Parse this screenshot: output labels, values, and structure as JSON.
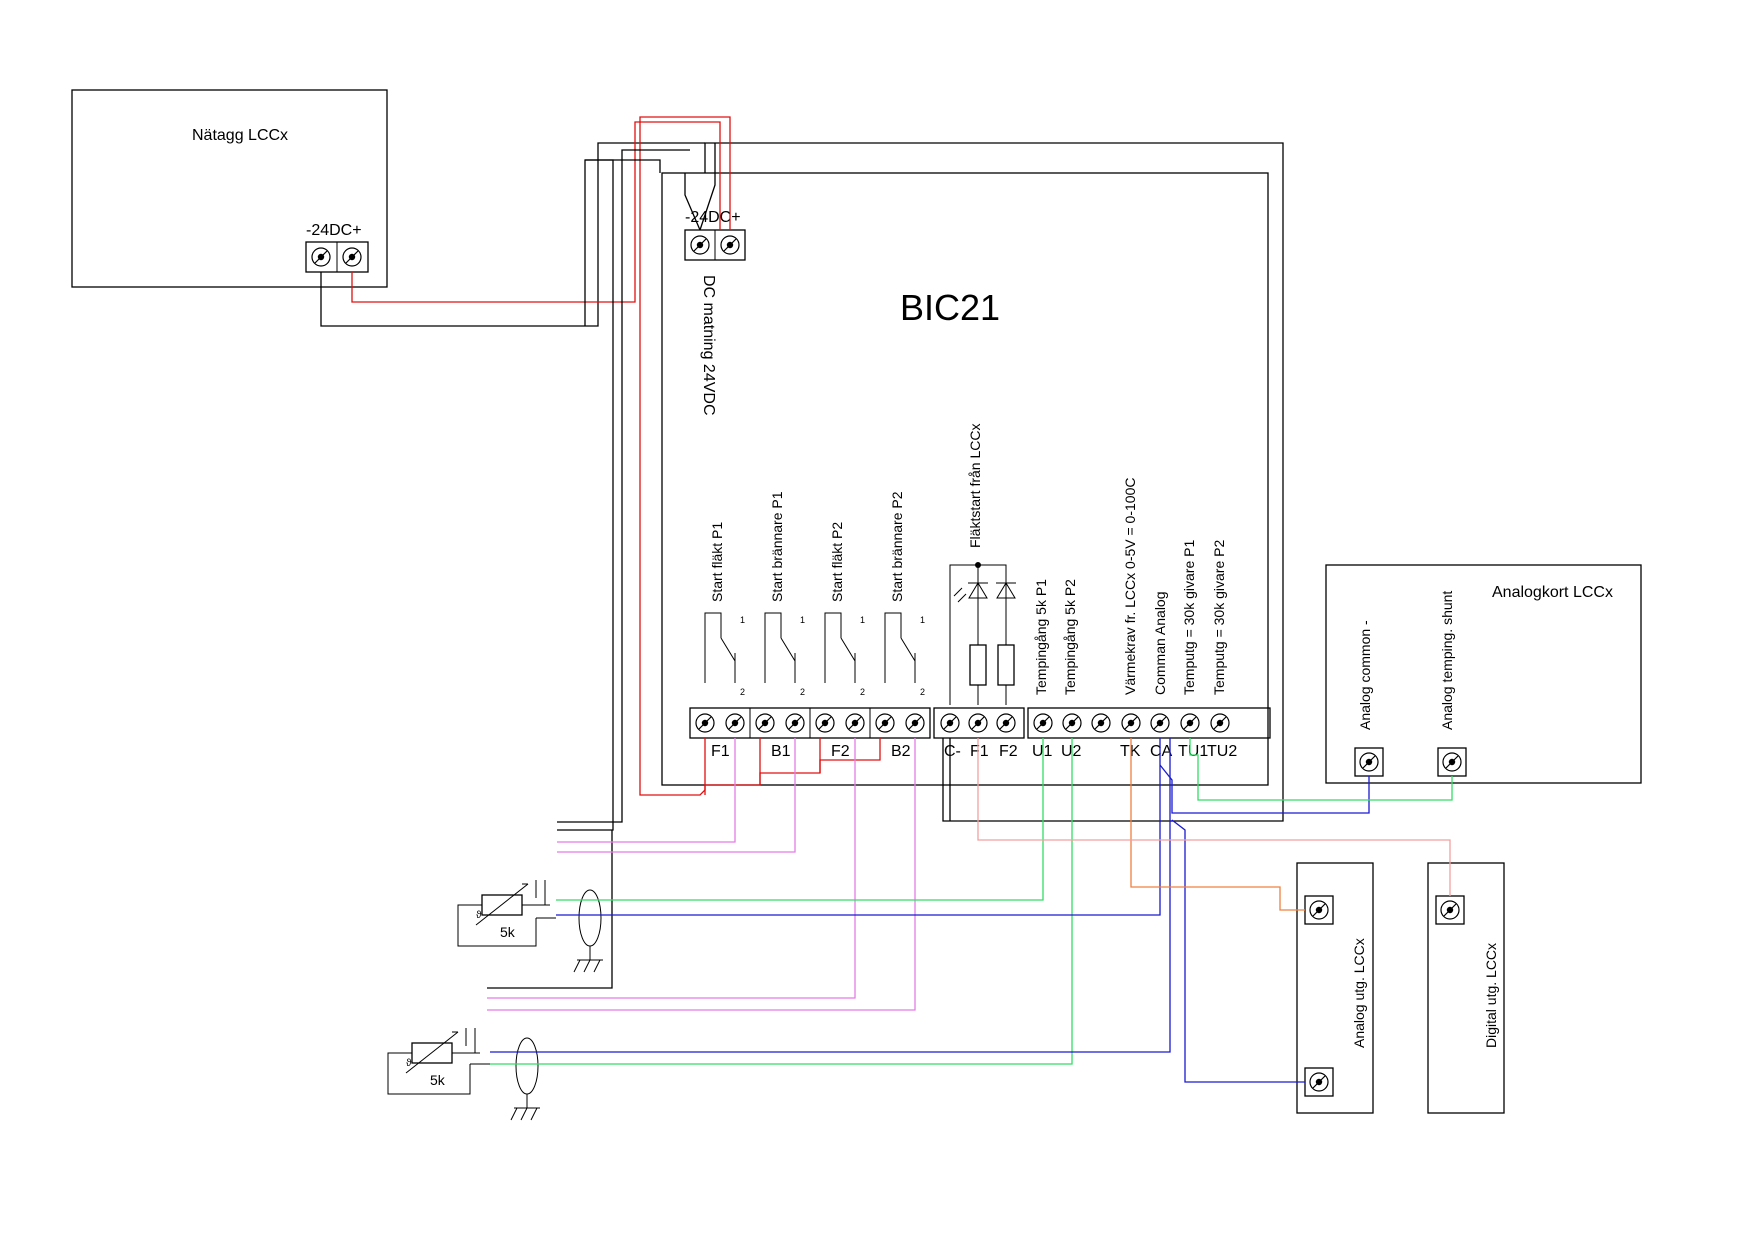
{
  "colors": {
    "black": "#000000",
    "red": "#e01010",
    "pink": "#e57ce5",
    "green": "#33dd66",
    "blue": "#1a1ad0",
    "orange": "#f08040",
    "light_red": "#f0a0a0"
  },
  "psu": {
    "title": "Nätagg LCCx",
    "terminal_label": "-24DC+"
  },
  "bic": {
    "title": "BIC21",
    "supply_label": "-24DC+",
    "supply_desc": "DC matning 24VDC",
    "relays": [
      {
        "desc": "Start fläkt P1",
        "pin1": "1",
        "pin2": "2"
      },
      {
        "desc": "Start brännare P1",
        "pin1": "1",
        "pin2": "2"
      },
      {
        "desc": "Start fläkt P2",
        "pin1": "1",
        "pin2": "2"
      },
      {
        "desc": "Start brännare P2",
        "pin1": "1",
        "pin2": "2"
      }
    ],
    "fan_start_desc": "Fläktstart från LCCx",
    "input_descs": [
      "Tempingång 5k P1",
      "Tempingång 5k P2",
      "Värmekrav fr. LCCx 0-5V = 0-100C",
      "Comman Analog",
      "Temputg  = 30k givare P1",
      "Temputg  = 30k givare P2"
    ],
    "terminal_labels": [
      "F1",
      "B1",
      "F2",
      "B2",
      "C-",
      "F1",
      "F2",
      "U1",
      "U2",
      "TK",
      "CA",
      "TU1",
      "TU2"
    ]
  },
  "analog_card": {
    "title": "Analogkort LCCx",
    "terminals": [
      "Analog common -",
      "Analog temping. shunt"
    ]
  },
  "analog_out": {
    "title": "Analog utg. LCCx"
  },
  "digital_out": {
    "title": "Digital utg. LCCx"
  },
  "sensors": [
    {
      "value": "5k"
    },
    {
      "value": "5k"
    }
  ]
}
